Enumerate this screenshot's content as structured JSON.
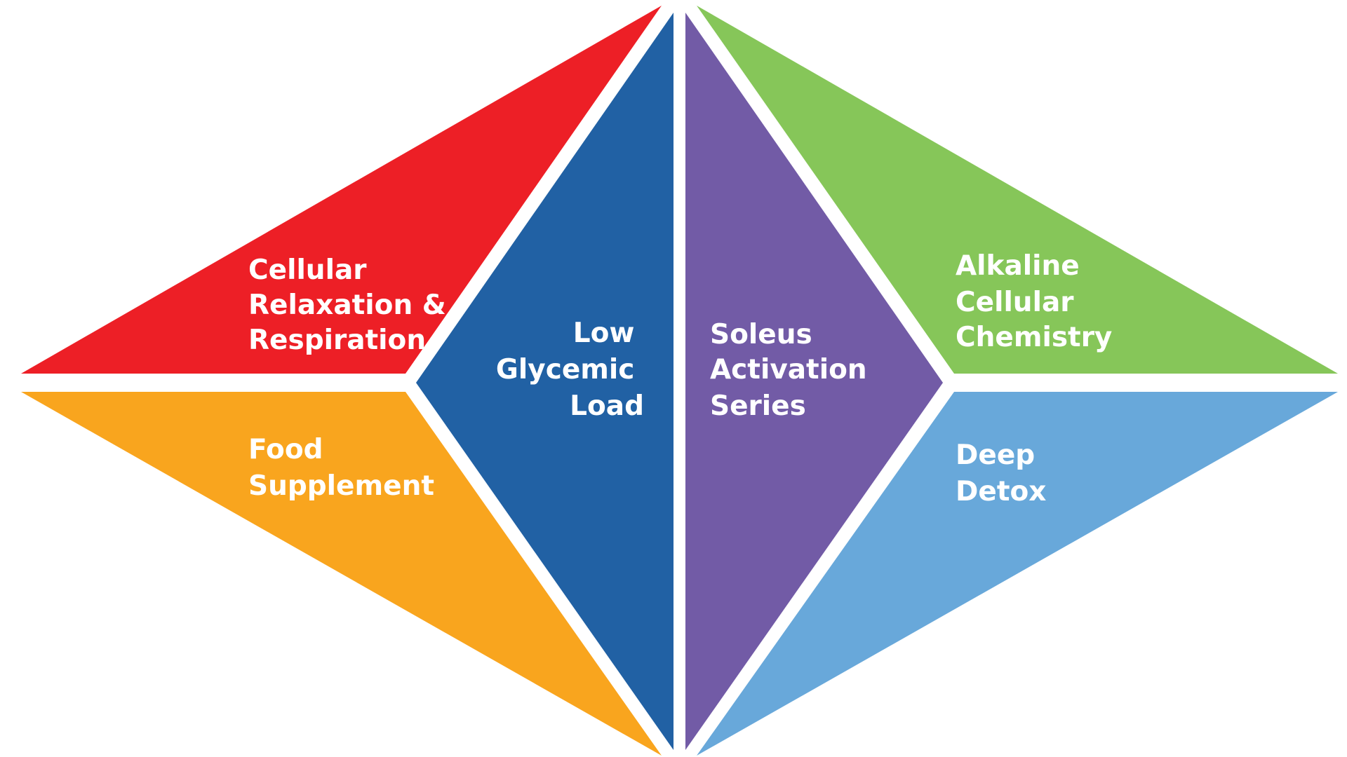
{
  "diagram": {
    "segments": [
      {
        "id": "cellular-relaxation",
        "color": "#ED1F26",
        "lines": [
          "Cellular",
          "Relaxation &",
          "Respiration"
        ]
      },
      {
        "id": "food-supplement",
        "color": "#F9A51E",
        "lines": [
          "Food",
          "Supplement"
        ]
      },
      {
        "id": "low-glycemic-load",
        "color": "#2161A4",
        "lines": [
          "Low",
          "Glycemic",
          "Load"
        ]
      },
      {
        "id": "soleus-activation",
        "color": "#725BA6",
        "lines": [
          "Soleus",
          "Activation",
          "Series"
        ]
      },
      {
        "id": "alkaline-chemistry",
        "color": "#86C659",
        "lines": [
          "Alkaline",
          "Cellular",
          "Chemistry"
        ]
      },
      {
        "id": "deep-detox",
        "color": "#68A8DA",
        "lines": [
          "Deep",
          "Detox"
        ]
      }
    ]
  }
}
